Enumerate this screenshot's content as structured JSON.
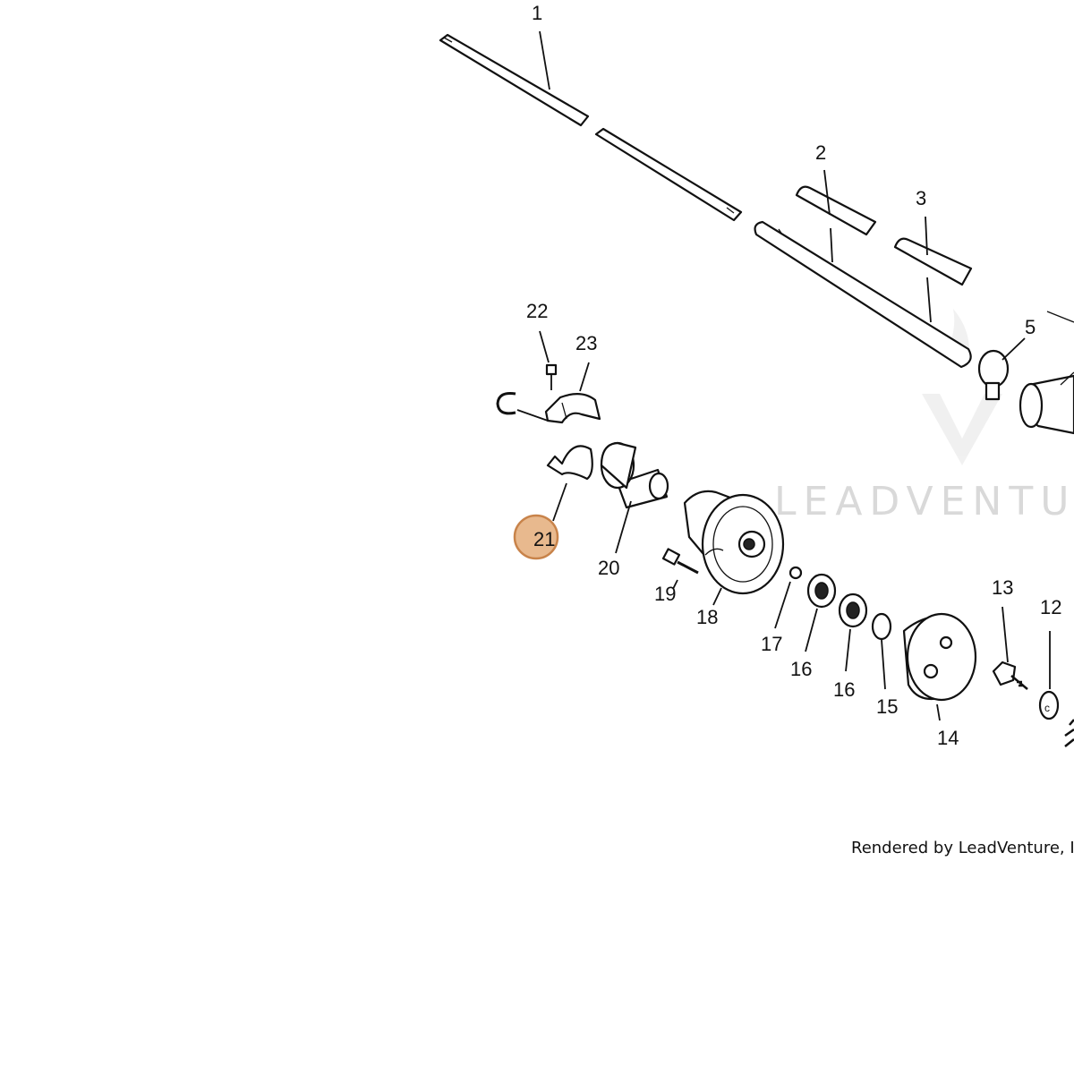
{
  "diagram": {
    "callouts": [
      {
        "id": "1",
        "text": "1"
      },
      {
        "id": "2",
        "text": "2"
      },
      {
        "id": "3",
        "text": "3"
      },
      {
        "id": "5",
        "text": "5"
      },
      {
        "id": "12",
        "text": "12"
      },
      {
        "id": "13",
        "text": "13"
      },
      {
        "id": "14",
        "text": "14"
      },
      {
        "id": "15",
        "text": "15"
      },
      {
        "id": "16a",
        "text": "16"
      },
      {
        "id": "16b",
        "text": "16"
      },
      {
        "id": "17",
        "text": "17"
      },
      {
        "id": "18",
        "text": "18"
      },
      {
        "id": "19",
        "text": "19"
      },
      {
        "id": "20",
        "text": "20"
      },
      {
        "id": "21",
        "text": "21",
        "highlighted": true
      },
      {
        "id": "22",
        "text": "22"
      },
      {
        "id": "23",
        "text": "23"
      }
    ],
    "ring_label": "C",
    "watermark": "LEADVENTU",
    "credit": "Rendered by LeadVenture, Inc",
    "highlight_color": "#e8b98e",
    "highlight_stroke": "#c8834a"
  }
}
